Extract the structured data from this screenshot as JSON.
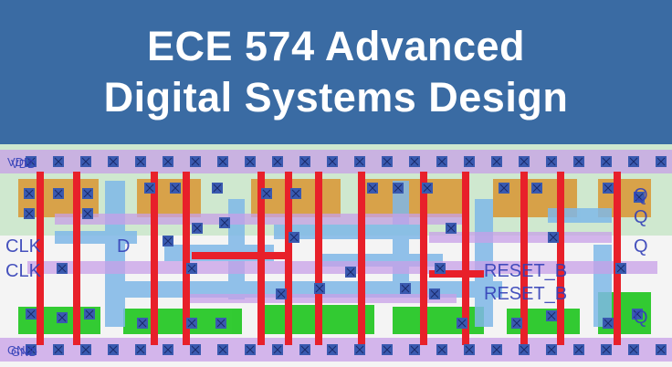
{
  "banner": {
    "line1": "ECE 574 Advanced",
    "line2": "Digital Systems Design",
    "background": "#3a6ba3"
  },
  "layout": {
    "labels": {
      "vdd_a": "VDD",
      "vdd_b": "VDD",
      "gnd_a": "GND",
      "gnd_b": "GND",
      "clk_a": "CLK",
      "clk_b": "CLK",
      "d": "D",
      "reset_a": "RESET_B",
      "reset_b": "RESET_B",
      "q_a": "Q",
      "q_b": "Q",
      "q_c": "Q",
      "q_d": "Q"
    },
    "colors": {
      "well": "#cfe8cf",
      "metal1": "#7fb8e8",
      "metal2": "#c8a0e8",
      "poly": "#e8202a",
      "pdiff": "#d89a3a",
      "ndiff": "#28c828",
      "contact": "#3a5ab0",
      "rail": "#b08ce0"
    }
  }
}
